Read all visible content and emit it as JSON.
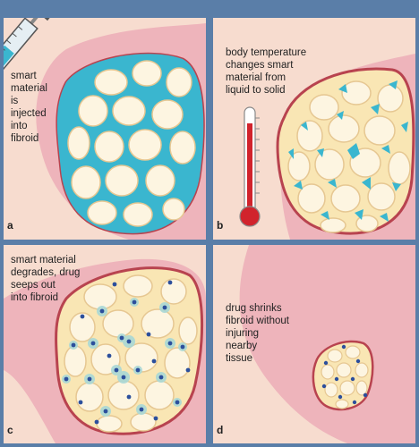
{
  "panels": {
    "a": {
      "letter": "a",
      "caption": "smart\nmaterial\nis\ninjected\ninto\nfibroid"
    },
    "b": {
      "letter": "b",
      "caption": "body temperature\nchanges smart\nmaterial from\nliquid to solid"
    },
    "c": {
      "letter": "c",
      "caption": "smart material\ndegrades, drug\nseeps out\ninto fibroid"
    },
    "d": {
      "letter": "d",
      "caption": "drug shrinks\nfibroid without\ninjuring\nnearby\ntissue"
    }
  },
  "colors": {
    "background": "#5a7ea8",
    "panel": "#f7dccf",
    "tissue": "#eeb4bb",
    "fibroid_border": "#b8434f",
    "fibroid_fill": "#f9e6b4",
    "cell": "#fdf5e1",
    "smart_material": "#3ab6cf",
    "drug_halo": "#a9d8d6",
    "drug_dot": "#2c4f9c",
    "thermometer_red": "#d1232c"
  },
  "icons": [
    "syringe-icon",
    "thermometer-icon"
  ]
}
